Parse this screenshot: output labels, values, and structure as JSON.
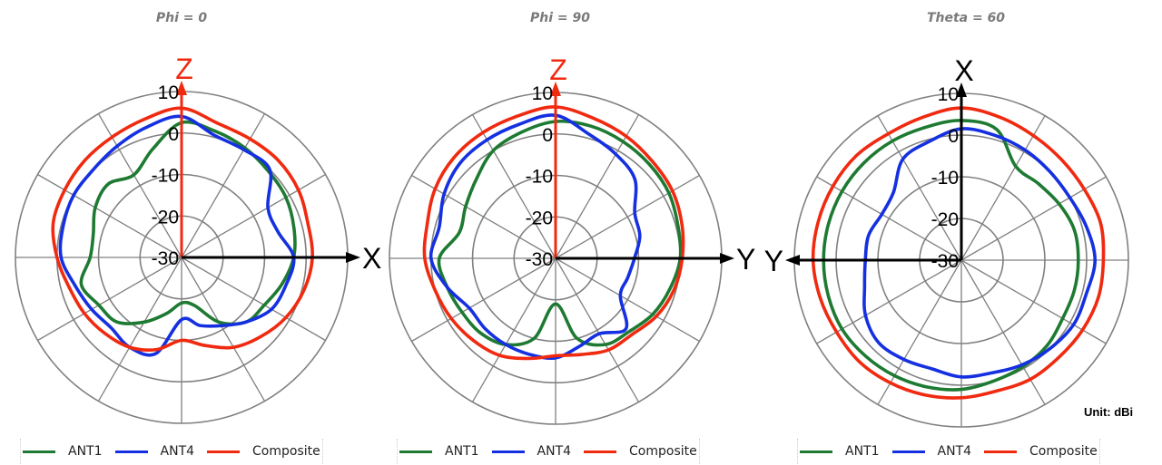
{
  "unit_label": "Unit: dBi",
  "legend": [
    {
      "label": "ANT1",
      "color": "#1e7a32"
    },
    {
      "label": "ANT4",
      "color": "#1530e0"
    },
    {
      "label": "Composite",
      "color": "#f02a10"
    }
  ],
  "chart_data": [
    {
      "type": "polar",
      "title": "Phi = 0",
      "unit": "dBi",
      "radial_ticks": [
        10,
        0,
        -10,
        -20,
        -30
      ],
      "rlim": [
        -30,
        10
      ],
      "angle_step_deg": 15,
      "angle_convention": "0 deg at top (Z axis), clockwise",
      "axes": {
        "up": {
          "label": "Z",
          "color": "#f02a10"
        },
        "right": {
          "label": "X",
          "color": "#000000"
        }
      },
      "series": [
        {
          "name": "ANT1",
          "values": [
            2.5,
            1.5,
            0.5,
            -0.5,
            -1,
            -2,
            -3,
            -5,
            -7,
            -8,
            -12,
            -18,
            -19,
            -16,
            -12,
            -8,
            -7,
            -5,
            -8,
            -8,
            -6,
            -5,
            -7,
            -3
          ]
        },
        {
          "name": "ANT4",
          "values": [
            4,
            0.5,
            0,
            0,
            -6,
            -6,
            -3,
            -4,
            -5,
            -8,
            -11,
            -13,
            -15,
            -6,
            -5,
            -6,
            -5,
            -3.5,
            -1,
            -0.5,
            0,
            0,
            1,
            2.5
          ]
        },
        {
          "name": "Composite",
          "values": [
            6,
            3.5,
            3,
            3,
            2.5,
            1.5,
            1.5,
            0.5,
            -1,
            -3,
            -5,
            -8,
            -10,
            -7,
            -5,
            -4,
            -3,
            -2,
            0,
            2,
            2.5,
            3,
            3.5,
            4.5
          ]
        }
      ]
    },
    {
      "type": "polar",
      "title": "Phi = 90",
      "unit": "dBi",
      "radial_ticks": [
        10,
        0,
        -10,
        -20,
        -30
      ],
      "rlim": [
        -30,
        10
      ],
      "angle_step_deg": 15,
      "angle_convention": "0 deg at top (Z axis), clockwise",
      "axes": {
        "up": {
          "label": "Z",
          "color": "#f02a10"
        },
        "right": {
          "label": "Y",
          "color": "#000000"
        }
      },
      "series": [
        {
          "name": "ANT1",
          "values": [
            3,
            3,
            2.5,
            2,
            1.5,
            0.5,
            0,
            -1.5,
            -3,
            -5,
            -6,
            -10,
            -19,
            -10,
            -6,
            -4.5,
            -4,
            -3,
            -2,
            -6,
            -5,
            -3,
            0,
            1.5
          ]
        },
        {
          "name": "ANT4",
          "values": [
            4.5,
            1,
            -1,
            -3,
            -8,
            -9,
            -11,
            -12,
            -12,
            -6,
            -9,
            -8,
            -6,
            -6,
            -6,
            -6,
            -6,
            -3,
            0,
            -1,
            1,
            2.5,
            3,
            3.5
          ]
        },
        {
          "name": "Composite",
          "values": [
            6.5,
            5,
            4,
            3,
            2.5,
            1.5,
            0.5,
            -0.5,
            -2,
            -4,
            -4.5,
            -6,
            -6.5,
            -5,
            -3,
            -2,
            -1,
            0,
            1.5,
            2,
            3.5,
            4.5,
            5,
            5.5
          ]
        }
      ]
    },
    {
      "type": "polar",
      "title": "Theta = 60",
      "unit": "dBi",
      "radial_ticks": [
        10,
        0,
        -10,
        -20,
        -30
      ],
      "rlim": [
        -30,
        10
      ],
      "angle_step_deg": 15,
      "angle_convention": "0 deg at top (X axis), clockwise",
      "axes": {
        "up": {
          "label": "X",
          "color": "#000000"
        },
        "left": {
          "label": "Y",
          "color": "#000000"
        }
      },
      "series": [
        {
          "name": "ANT1",
          "values": [
            3.5,
            2.5,
            -4,
            -4,
            -3,
            -2,
            -2,
            -2,
            -2,
            -1,
            -0.5,
            0,
            1,
            1.5,
            2,
            2.5,
            3,
            3,
            3,
            3,
            3,
            3,
            3,
            3
          ]
        },
        {
          "name": "ANT4",
          "values": [
            1.5,
            1,
            0.5,
            0,
            0,
            1,
            2,
            1,
            1,
            0,
            -1,
            -2,
            -2,
            -3,
            -2.5,
            -2,
            -3.5,
            -6,
            -7,
            -7,
            -8,
            -7,
            -2,
            -0.5
          ]
        },
        {
          "name": "Composite",
          "values": [
            6.5,
            5.5,
            4.5,
            4,
            4,
            4.5,
            4,
            4,
            3.5,
            3,
            3,
            2.5,
            3,
            3.5,
            4,
            4.5,
            4.5,
            5,
            5.5,
            5.5,
            5.5,
            5.5,
            5,
            5.5
          ]
        }
      ]
    }
  ]
}
